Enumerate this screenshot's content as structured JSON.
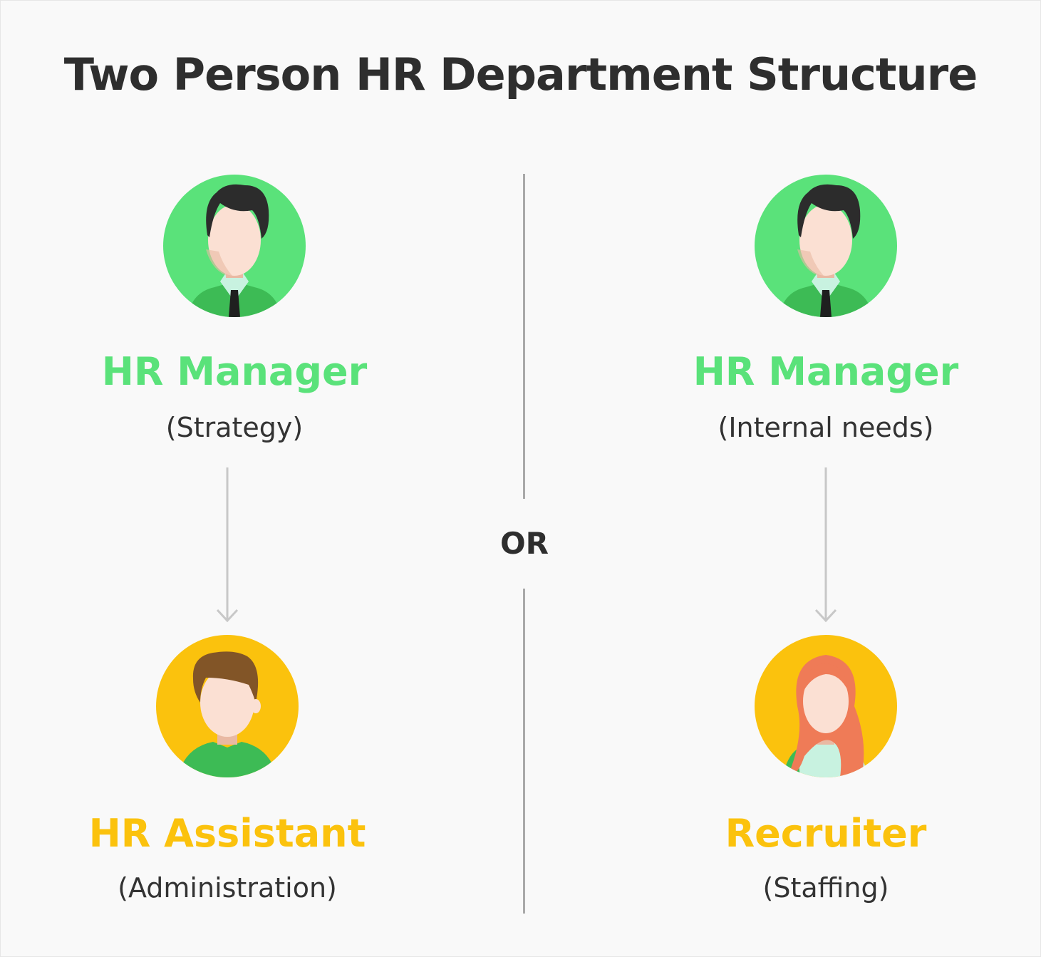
{
  "title": "Two Person HR Department Structure",
  "separator": "OR",
  "colors": {
    "green": "#5ae27a",
    "yellow": "#fbc20d",
    "text": "#2e2e2e",
    "line": "#a9a9a9",
    "arrow": "#c8c8c8"
  },
  "left": {
    "top": {
      "role": "HR Manager",
      "focus": "(Strategy)",
      "avatar": "male-manager-avatar"
    },
    "bottom": {
      "role": "HR Assistant",
      "focus": "(Administration)",
      "avatar": "male-assistant-avatar"
    }
  },
  "right": {
    "top": {
      "role": "HR Manager",
      "focus": "(Internal needs)",
      "avatar": "male-manager-avatar"
    },
    "bottom": {
      "role": "Recruiter",
      "focus": "(Staffing)",
      "avatar": "female-recruiter-avatar"
    }
  }
}
